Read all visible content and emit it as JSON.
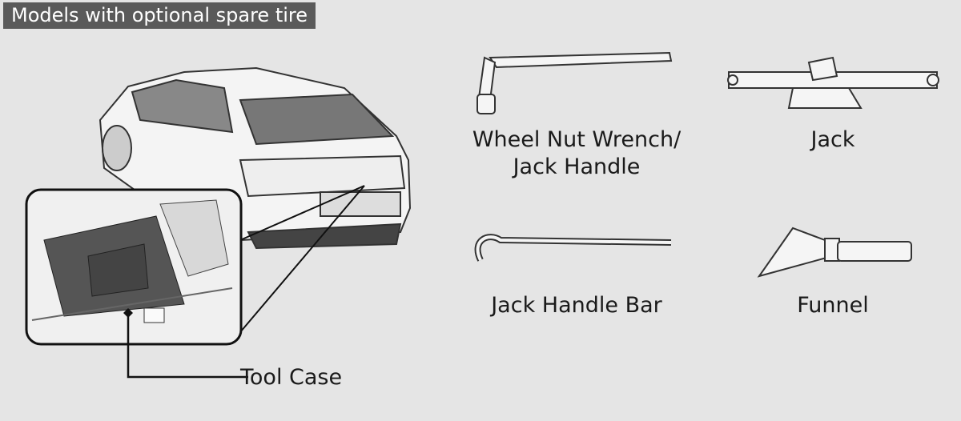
{
  "header": {
    "title": "Models with optional spare tire"
  },
  "callout": {
    "tool_case": "Tool Case"
  },
  "tools": [
    {
      "label_line1": "Wheel Nut Wrench/",
      "label_line2": "Jack Handle"
    },
    {
      "label": "Jack"
    },
    {
      "label": "Jack Handle Bar"
    },
    {
      "label": "Funnel"
    }
  ]
}
